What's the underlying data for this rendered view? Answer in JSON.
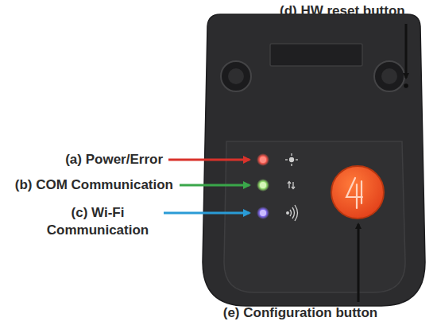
{
  "diagram": {
    "labels": [
      "(d) HW reset button",
      "(a) Power/Error",
      "(b) COM Communication",
      "(c) Wi-Fi Communication",
      "(e) Configuration button"
    ]
  }
}
